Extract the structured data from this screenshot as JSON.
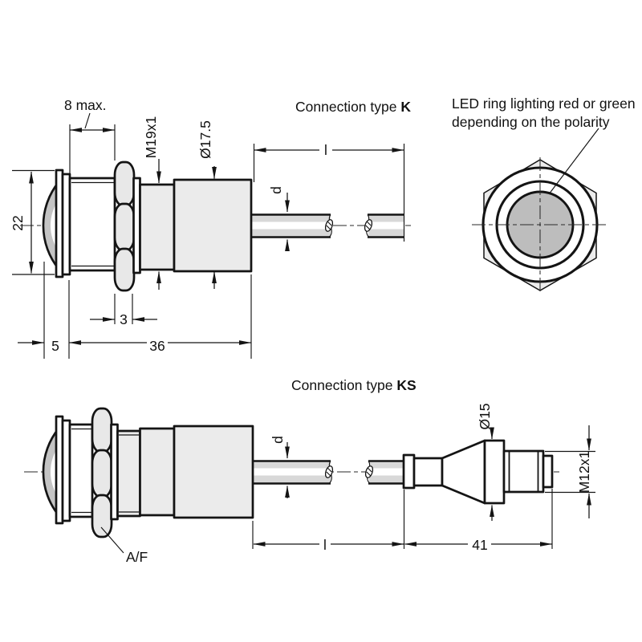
{
  "drawing": {
    "headings": {
      "k": {
        "prefix": "Connection type ",
        "bold": "K"
      },
      "ks": {
        "prefix": "Connection type ",
        "bold": "KS"
      }
    },
    "note": {
      "line1": "LED ring lighting red or green",
      "line2": "depending on the polarity"
    },
    "top_view": {
      "dim_8max": "8 max.",
      "dim_m19x1": "M19x1",
      "dim_dia175": "Ø17.5",
      "dim_22": "22",
      "dim_3": "3",
      "dim_5": "5",
      "dim_36": "36",
      "dim_l": "l",
      "dim_d": "d"
    },
    "bottom_view": {
      "dim_d": "d",
      "label_af": "A/F",
      "dim_l": "l",
      "dim_41": "41",
      "dim_dia15": "Ø15",
      "dim_m12x1": "M12x1"
    },
    "colors": {
      "line": "#141414",
      "body_fill": "#ebebeb",
      "lens_fill": "#c4c4c4",
      "cable_fill": "#d8d8d8",
      "led_disc_fill": "#bdbdbd",
      "background": "#ffffff"
    }
  }
}
